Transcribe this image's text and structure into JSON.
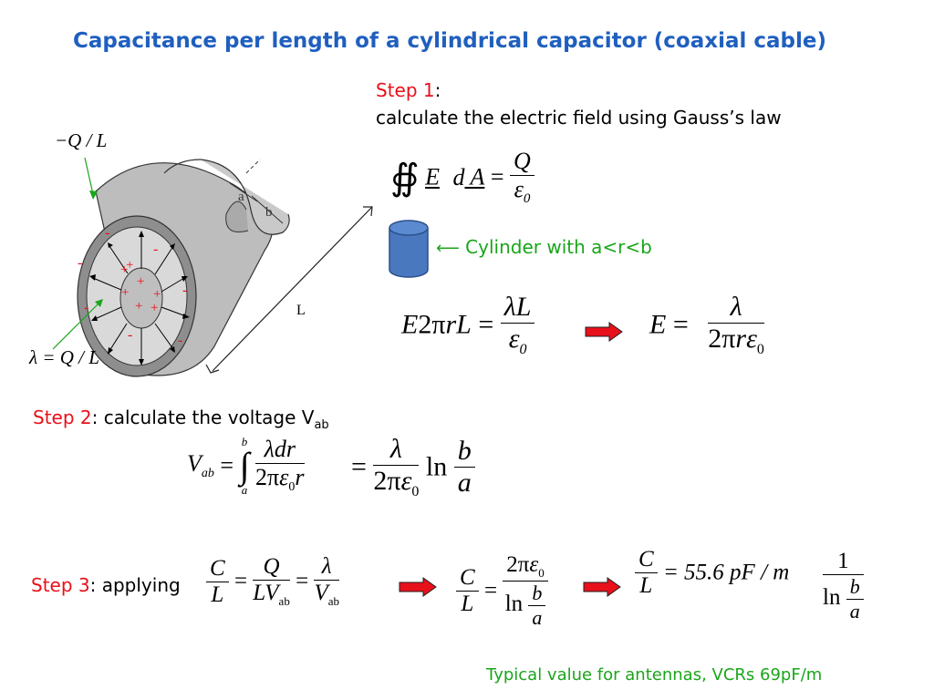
{
  "title": "Capacitance per length of a cylindrical capacitor (coaxial cable)",
  "step1": {
    "label": "Step 1",
    "colon": ":",
    "text": "calculate the electric field using Gauss’s law",
    "cylinder_note": "Cylinder with a<r<b"
  },
  "step2": {
    "label": "Step 2",
    "text": ": calculate the voltage V",
    "sub": "ab"
  },
  "step3": {
    "label": "Step 3",
    "text": ": applying"
  },
  "figure": {
    "neg_label": "−Q / L",
    "lambda_label": "λ = Q / L",
    "a": "a",
    "b": "b",
    "L": "L"
  },
  "result_value": "= 55.6 pF / m",
  "typical_note": "Typical value for antennas, VCRs  69pF/m",
  "colors": {
    "title": "#1f5fbf",
    "step_label": "#e8101a",
    "note": "#1aa51a",
    "arrow_fill": "#e8101a",
    "cylinder_fill": "#4a78bf"
  }
}
